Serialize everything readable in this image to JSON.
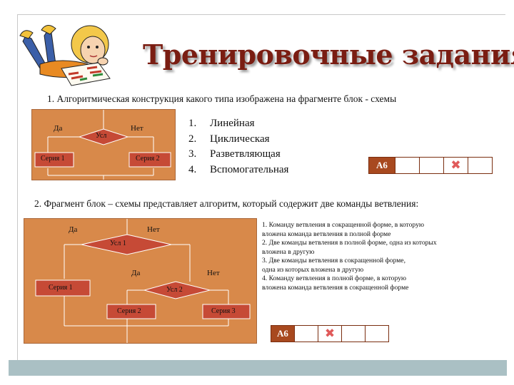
{
  "title": "Тренировочные задания",
  "question1": {
    "text": "1. Алгоритмическая конструкция какого типа изображена на фрагменте блок - схемы",
    "diagram": {
      "yes": "Да",
      "no": "Нет",
      "cond": "Усл",
      "series1": "Серия 1",
      "series2": "Серия 2"
    },
    "options": [
      {
        "num": "1.",
        "text": "Линейная"
      },
      {
        "num": "2.",
        "text": "Циклическая"
      },
      {
        "num": "3.",
        "text": "Разветвляющая"
      },
      {
        "num": "4.",
        "text": "Вспомогательная"
      }
    ],
    "answer": {
      "label": "А6",
      "marked_cell": 3
    }
  },
  "question2": {
    "text": "2. Фрагмент блок – схемы представляет алгоритм, который содержит две команды ветвления:",
    "diagram": {
      "yes1": "Да",
      "no1": "Нет",
      "cond1": "Усл 1",
      "yes2": "Да",
      "no2": "Нет",
      "cond2": "Усл 2",
      "series1": "Серия 1",
      "series2": "Серия 2",
      "series3": "Серия 3"
    },
    "options": [
      {
        "l1": "1.        Команду ветвления в сокращенной форме, в которую",
        "l2": "вложена команда ветвления в полной форме"
      },
      {
        "l1": "2.        Две команды ветвления в полной форме, одна из которых",
        "l2": "вложена в другую"
      },
      {
        "l1": "3.        Две команды ветвления в сокращенной форме,",
        "l2": "одна из которых вложена в другую"
      },
      {
        "l1": "4.        Команду ветвления в полной форме, в которую",
        "l2": "вложена команда ветвления в сокращенной форме"
      }
    ],
    "answer": {
      "label": "А6",
      "marked_cell": 2
    }
  },
  "colors": {
    "panel": "#d8894a",
    "line": "#ffffff",
    "diamond": "#c64a36",
    "title": "#7a1d12",
    "answer_head": "#a8491f",
    "mark": "#e05a5a"
  }
}
